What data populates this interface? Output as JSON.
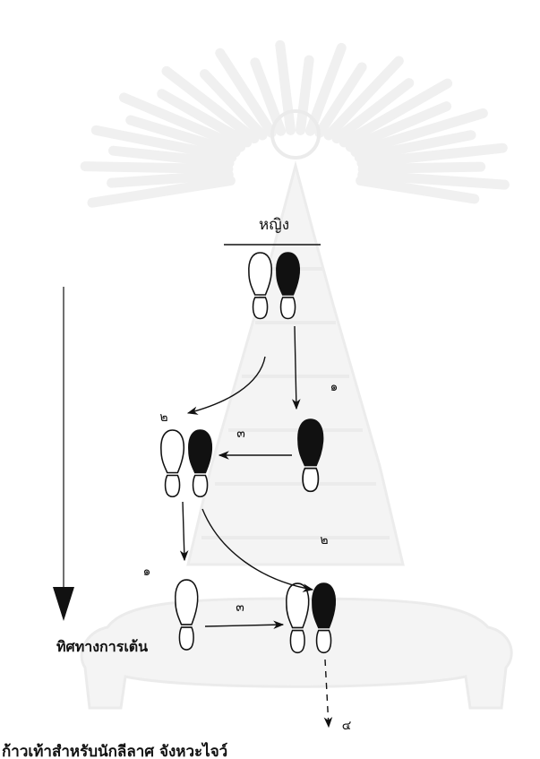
{
  "diagram": {
    "title": "หญิง",
    "step_labels": [
      "๑",
      "๒",
      "๓",
      "๑",
      "๒",
      "๓",
      "๔"
    ],
    "direction_label": "ทิศทางการเต้น",
    "caption": "ก้าวเท้าสำหรับนักลีลาศ จังหวะไจว์"
  },
  "footprints": [
    {
      "group": "start",
      "foot": "left",
      "style": "outline"
    },
    {
      "group": "start",
      "foot": "right",
      "style": "solid"
    },
    {
      "group": "step-1",
      "foot": "right",
      "style": "solid"
    },
    {
      "group": "step-2-3",
      "foot": "left",
      "style": "outline"
    },
    {
      "group": "step-2-3",
      "foot": "right",
      "style": "solid"
    },
    {
      "group": "step-1b",
      "foot": "left",
      "style": "outline"
    },
    {
      "group": "end",
      "foot": "left",
      "style": "outline"
    },
    {
      "group": "end",
      "foot": "right",
      "style": "solid"
    }
  ],
  "colors": {
    "ink": "#111111",
    "background": "#ffffff",
    "watermark": "#f0f0f0"
  },
  "watermark": {
    "type": "university-emblem"
  }
}
